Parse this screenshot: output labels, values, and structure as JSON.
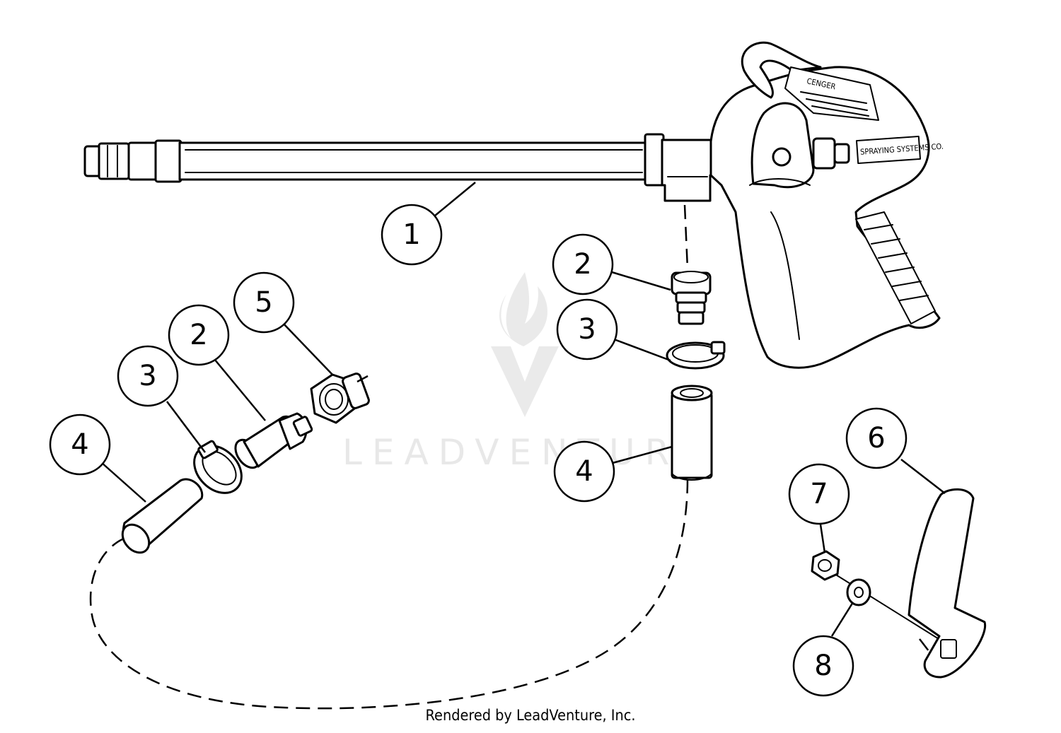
{
  "footer": "Rendered by LeadVenture, Inc.",
  "watermark": "LEADVENTURE",
  "gun_labels": {
    "plate_top": "CENGER",
    "plate_brand": "SPRAYING SYSTEMS CO."
  },
  "callouts": [
    "1",
    "2",
    "3",
    "4",
    "5",
    "2",
    "3",
    "4",
    "6",
    "7",
    "8"
  ]
}
